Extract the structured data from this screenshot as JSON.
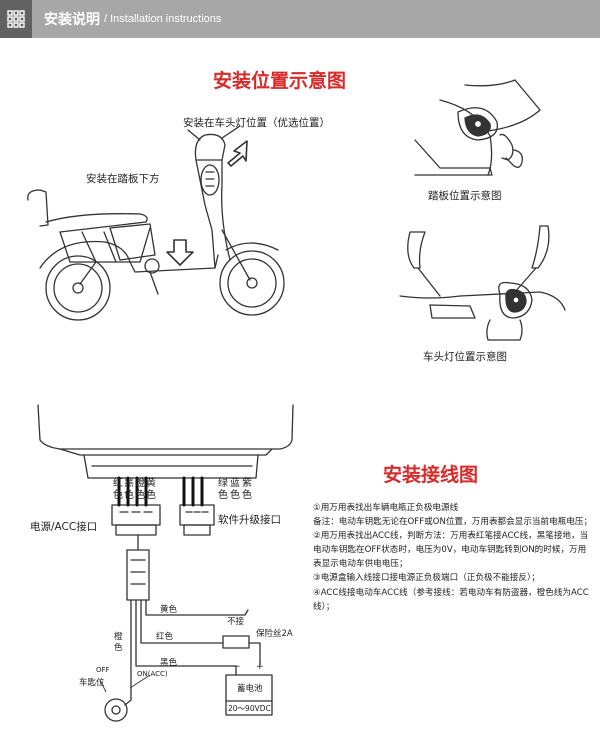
{
  "header": {
    "title": "安装说明",
    "subtitle": "/ Installation instructions",
    "icon": "grid-icon",
    "bg_color": "#a7a7a7",
    "icon_bg_color": "#626262"
  },
  "position_section": {
    "title": "安装位置示意图",
    "headlight_label": "安装在车头灯位置（优选位置）",
    "footboard_label": "安装在踏板下方",
    "footboard_caption": "踏板位置示意图",
    "headlight_caption": "车头灯位置示意图"
  },
  "wiring_section": {
    "title": "安装接线图",
    "wire_colors_left": {
      "c1": "红",
      "c2": "黑",
      "c3": "橙",
      "c4": "黄",
      "suffix": "色"
    },
    "wire_colors_right": {
      "c1": "绿",
      "c2": "蓝",
      "c3": "紫",
      "suffix": "色"
    },
    "power_acc_port": "电源/ACC接口",
    "upgrade_port": "软件升级接口",
    "yellow_wire": "黄色",
    "not_connected": "不接",
    "red_wire": "红色",
    "fuse": "保险丝2A",
    "orange_wire": "橙色",
    "black_wire": "黑色",
    "key_off": "OFF",
    "key_on": "ON(ACC)",
    "key_label": "车匙位",
    "battery_label": "蓄电池",
    "battery_voltage": "20～90VDC",
    "battery_minus": "−",
    "battery_plus": "+",
    "accent_color": "#d92a2a"
  },
  "instructions": [
    "①用万用表找出车辆电瓶正负极电源线",
    "备注：电动车钥匙无论在OFF或ON位置，万用表都会显示当前电瓶电压；",
    "②用万用表找出ACC线，判断方法：万用表红笔接ACC线，黑笔接地，当电动车钥匙在OFF状态时，电压为0V，电动车钥匙转到ON的时候，万用表显示电动车供电电压；",
    "③电源盒输入线接口接电源正负极端口（正负极不能接反）；",
    "④ACC线接电动车ACC线（参考接线：若电动车有防盗器，橙色线为ACC线）；"
  ]
}
